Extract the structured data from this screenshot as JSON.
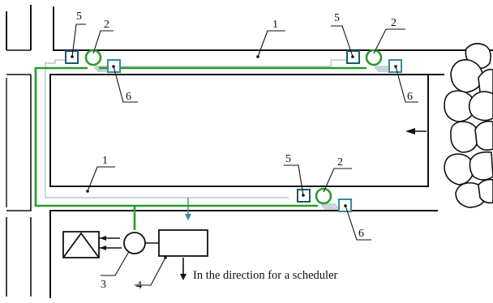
{
  "labels": {
    "label_1_top": "1",
    "label_1_bottom": "1",
    "label_2_tl": "2",
    "label_2_tr": "2",
    "label_2_br": "2",
    "label_3": "3",
    "label_4": "4",
    "label_5_tl": "5",
    "label_5_tr": "5",
    "label_5_br": "5",
    "label_6_tl": "6",
    "label_6_tr": "6",
    "label_6_br": "6"
  },
  "caption": "In the direction for a scheduler",
  "colors": {
    "line": "#111111",
    "cable": "#2a9a2a",
    "sensor": "#3a8a9a",
    "signal": "#b5c7cc"
  }
}
